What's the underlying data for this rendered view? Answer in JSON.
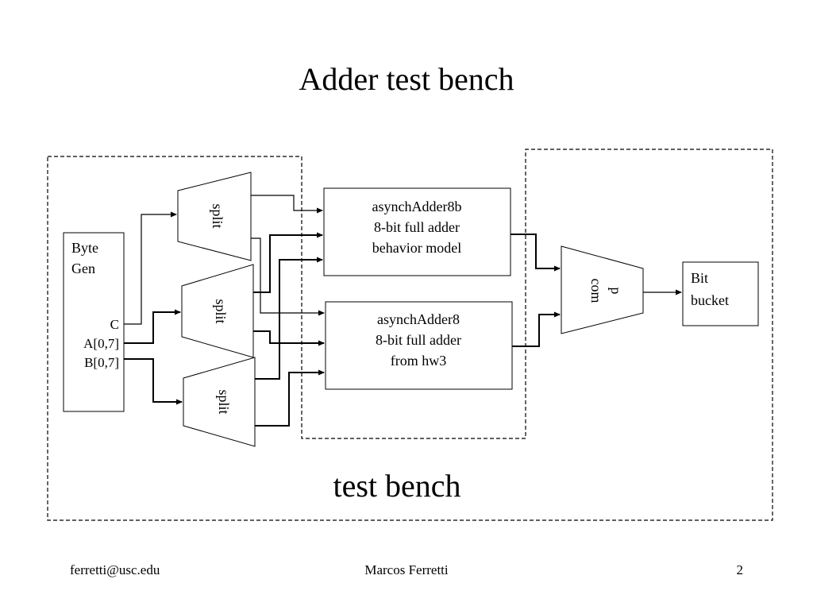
{
  "slide": {
    "title": "Adder test bench"
  },
  "diagram": {
    "byte_gen": {
      "label_line1": "Byte",
      "label_line2": "Gen",
      "port_c": "C",
      "port_a": "A[0,7]",
      "port_b": "B[0,7]"
    },
    "split_top": {
      "label": "split"
    },
    "split_middle": {
      "label": "split"
    },
    "split_bottom": {
      "label": "split"
    },
    "adder_behavior": {
      "line1": "asynchAdder8b",
      "line2": "8-bit full adder",
      "line3": "behavior model"
    },
    "adder_hw3": {
      "line1": "asynchAdder8",
      "line2": "8-bit full adder",
      "line3": "from hw3"
    },
    "comparator": {
      "line1": "com",
      "line2": "p"
    },
    "bit_bucket": {
      "line1": "Bit",
      "line2": "bucket"
    },
    "test_bench_label": "test bench"
  },
  "footer": {
    "left": "ferretti@usc.edu",
    "center": "Marcos Ferretti",
    "right": "2"
  }
}
